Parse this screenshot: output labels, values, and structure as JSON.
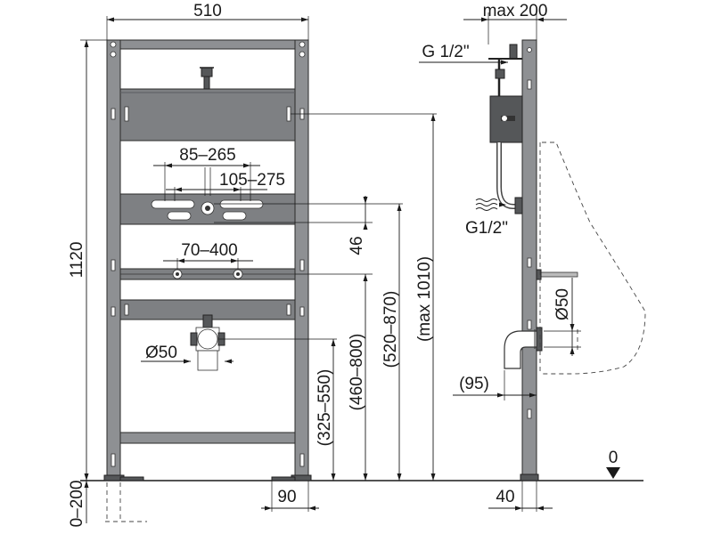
{
  "front_view": {
    "dim_width": "510",
    "dim_height": "1120",
    "dim_below_floor": "0–200",
    "dim_foot": "90",
    "dim_hole_spacing_outer": "85–265",
    "dim_hole_spacing_inner": "105–275",
    "dim_bar_spacing": "70–400",
    "dim_drain": "Ø50",
    "dim_plate_height": "46",
    "dim_drain_height": "(325–550)",
    "dim_bar_height": "(460–800)",
    "dim_plate_range": "(520–870)",
    "dim_max_height": "(max 1010)"
  },
  "side_view": {
    "dim_max_depth": "max 200",
    "dim_connector_top": "G 1/2\"",
    "dim_connector_bottom": "G1/2\"",
    "dim_drain": "Ø50",
    "dim_offset": "(95)",
    "dim_depth": "40",
    "dim_floor_zero": "0"
  },
  "colors": {
    "frame": "#8e9093",
    "plate": "#7e8083",
    "line": "#1a1a1a"
  }
}
